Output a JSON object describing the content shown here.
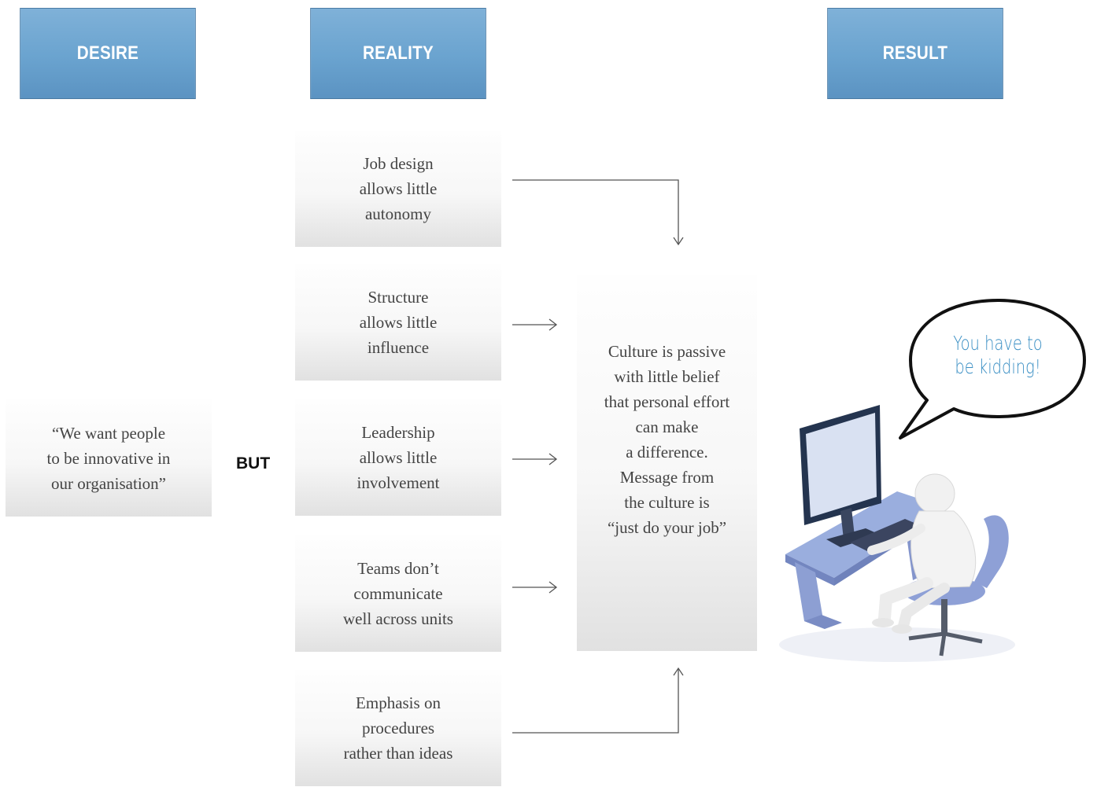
{
  "headers": {
    "desire": "DESIRE",
    "reality": "REALITY",
    "result": "RESULT"
  },
  "desire_text": "“We want people\nto be innovative in\nour organisation”",
  "but_label": "BUT",
  "reality_items": [
    "Job design\nallows little\nautonomy",
    "Structure\nallows little\ninfluence",
    "Leadership\nallows little\ninvolvement",
    "Teams don’t\ncommunicate\nwell across units",
    "Emphasis on\nprocedures\nrather than ideas"
  ],
  "result_text": "Culture is passive\nwith little belief\nthat personal effort\ncan make\na difference.\nMessage from\nthe culture is\n“just do your job”",
  "speech_bubble": "You have to\nbe kidding!",
  "colors": {
    "header_blue": "#6aa3cf",
    "bubble_text": "#3a8fc4",
    "figure_desk": "#8d9fd3"
  }
}
